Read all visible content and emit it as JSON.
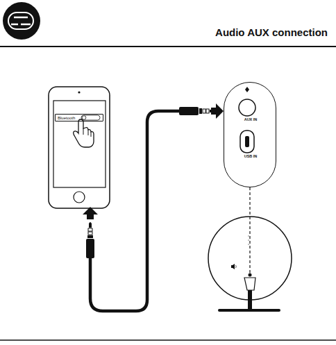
{
  "diagram": {
    "title": "Audio AUX connection",
    "nodes": [
      {
        "text": [
          "Bluetooth"
        ]
      },
      {
        "text": [
          "AUX IN",
          "USB IN"
        ]
      }
    ]
  }
}
